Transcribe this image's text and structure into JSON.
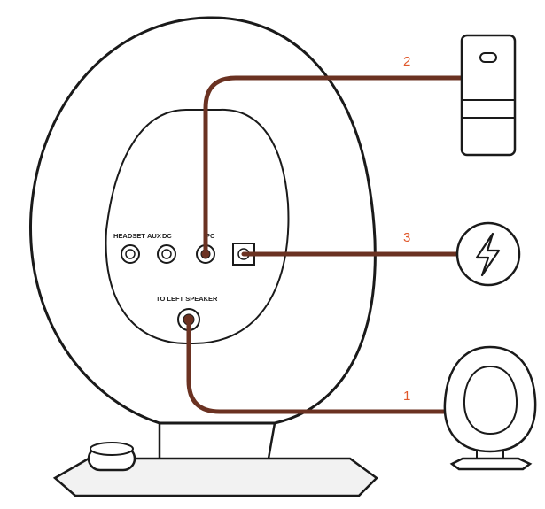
{
  "labels": {
    "headset": "HEADSET",
    "aux": "AUX",
    "dc": "DC",
    "pc": "PC",
    "to_left_speaker": "TO LEFT SPEAKER"
  },
  "callouts": {
    "one": "1",
    "two": "2",
    "three": "3"
  },
  "colors": {
    "cable": "#6b3222",
    "outline": "#1a1a1a",
    "callout": "#e0582b"
  },
  "icons": {
    "pc": "pc-tower-icon",
    "power": "lightning-bolt-icon",
    "left_speaker": "left-speaker-icon"
  }
}
